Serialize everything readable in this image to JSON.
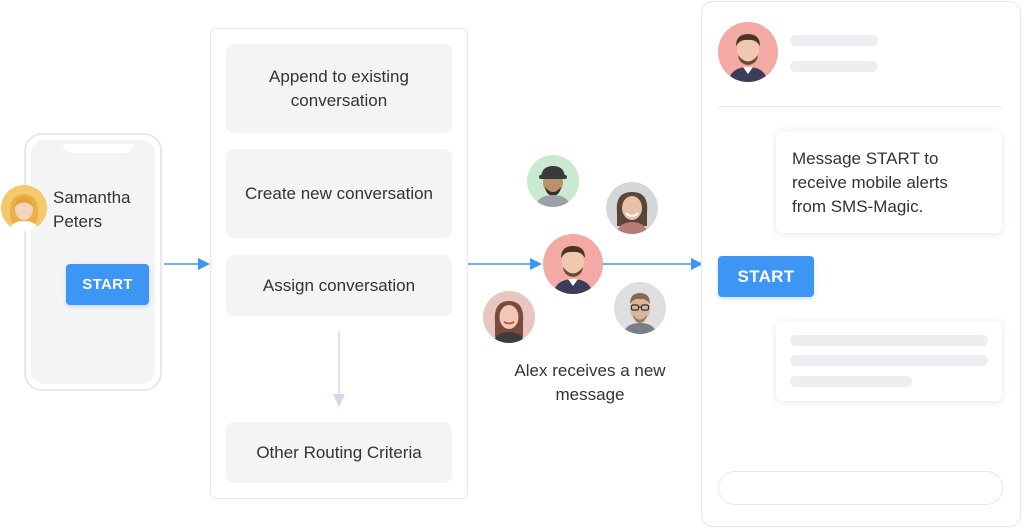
{
  "contact": {
    "name_line1": "Samantha",
    "name_line2": "Peters",
    "avatar_icon": "person-avatar-icon",
    "start_label": "START"
  },
  "routing": {
    "options": [
      "Append to existing conversation",
      "Create new conversation",
      "Assign conversation",
      "Other Routing Criteria"
    ]
  },
  "team": {
    "caption_line1": "Alex receives a new",
    "caption_line2": "message"
  },
  "chat": {
    "message_line1": "Message START to",
    "message_line2": "receive mobile alerts",
    "message_line3": "from SMS-Magic.",
    "start_label": "START"
  },
  "colors": {
    "accent": "#3d96f3",
    "box_bg": "#f4f4f5",
    "border": "#e6e8eb"
  }
}
